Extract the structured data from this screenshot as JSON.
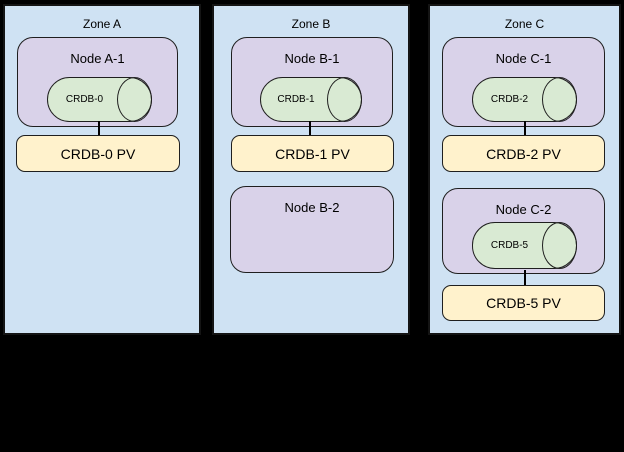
{
  "diagram": {
    "description": "Three-zone CockroachDB deployment diagram with nodes, CRDB pods and persistent volumes",
    "zones": [
      {
        "title": "Zone A",
        "nodes": [
          {
            "title": "Node A-1",
            "pod": "CRDB-0"
          }
        ],
        "pvs": [
          {
            "label": "CRDB-0 PV"
          }
        ]
      },
      {
        "title": "Zone B",
        "nodes": [
          {
            "title": "Node B-1",
            "pod": "CRDB-1"
          },
          {
            "title": "Node B-2"
          }
        ],
        "pvs": [
          {
            "label": "CRDB-1 PV"
          }
        ]
      },
      {
        "title": "Zone C",
        "nodes": [
          {
            "title": "Node C-1",
            "pod": "CRDB-2"
          },
          {
            "title": "Node C-2",
            "pod": "CRDB-5"
          }
        ],
        "pvs": [
          {
            "label": "CRDB-2 PV"
          },
          {
            "label": "CRDB-5 PV"
          }
        ]
      }
    ],
    "colors": {
      "canvas": "#000000",
      "zone_fill": "#cfe2f3",
      "node_fill": "#d9d2e9",
      "pod_fill": "#d9ead3",
      "pv_fill": "#fff2cc",
      "outline": "#1f1f1f",
      "outline_strong": "#141414",
      "connector": "#000000"
    }
  }
}
